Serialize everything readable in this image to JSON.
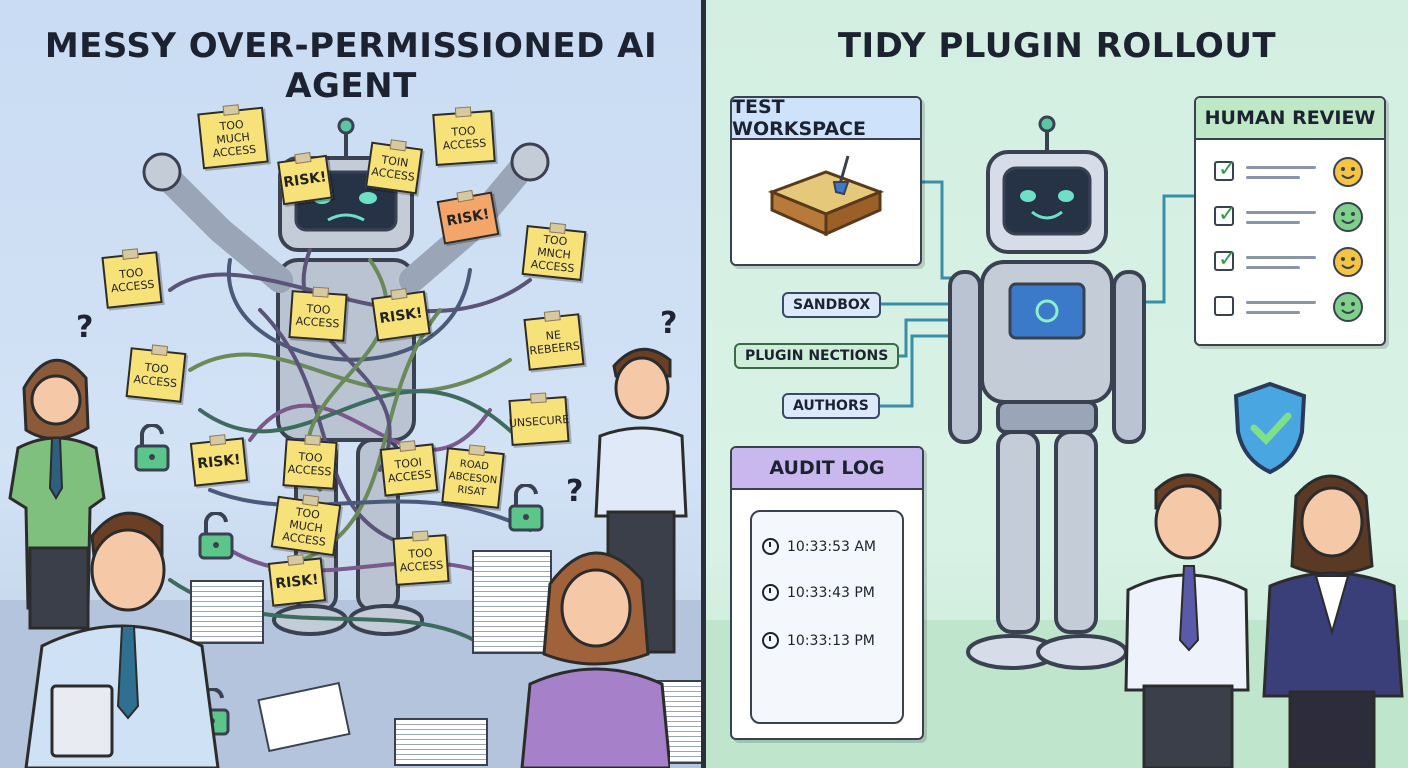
{
  "left_panel": {
    "title": "MESSY OVER-PERMISSIONED AI AGENT",
    "notes": [
      "TOO MUCH\nACCESS",
      "RISK!",
      "TOIN\nACCESS",
      "TOO\nACCESS",
      "RISK!",
      "TOO MNCH\nACCESS",
      "TOO\nACCESS",
      "TOO\nACCESS",
      "RISK!",
      "NE\nREBEERS",
      "TOO\nACCESS",
      "UNSECURE",
      "RISK!",
      "TOO\nACCESS",
      "TOOI\nACCESS",
      "ROAD\nABCESON\nRISAT",
      "TOO MUCH\nACCESS",
      "TOO\nACCESS",
      "RISK!"
    ],
    "question_marks": [
      "?",
      "?",
      "?"
    ]
  },
  "right_panel": {
    "title": "TIDY PLUGIN ROLLOUT",
    "test_workspace": {
      "label": "TEST WORKSPACE"
    },
    "chips": [
      "SANDBOX",
      "PLUGIN NECTIONS",
      "AUTHORS"
    ],
    "audit_log": {
      "label": "AUDIT LOG",
      "entries": [
        "10:33:53 AM",
        "10:33:43 PM",
        "10:33:13 PM"
      ]
    },
    "human_review": {
      "label": "HUMAN REVIEW",
      "rows": [
        {
          "checked": true
        },
        {
          "checked": true
        },
        {
          "checked": true
        },
        {
          "checked": false
        }
      ],
      "check_glyph": "✓"
    }
  },
  "colors": {
    "left_bg": "#c9dcf3",
    "right_bg": "#d3efe1",
    "note_yellow": "#f7e27a",
    "note_orange": "#f4a66a",
    "audit_header": "#c9b8ee",
    "review_header": "#bfe8c7",
    "workspace_header": "#cfe2fb",
    "check_green": "#2f9e4a"
  }
}
